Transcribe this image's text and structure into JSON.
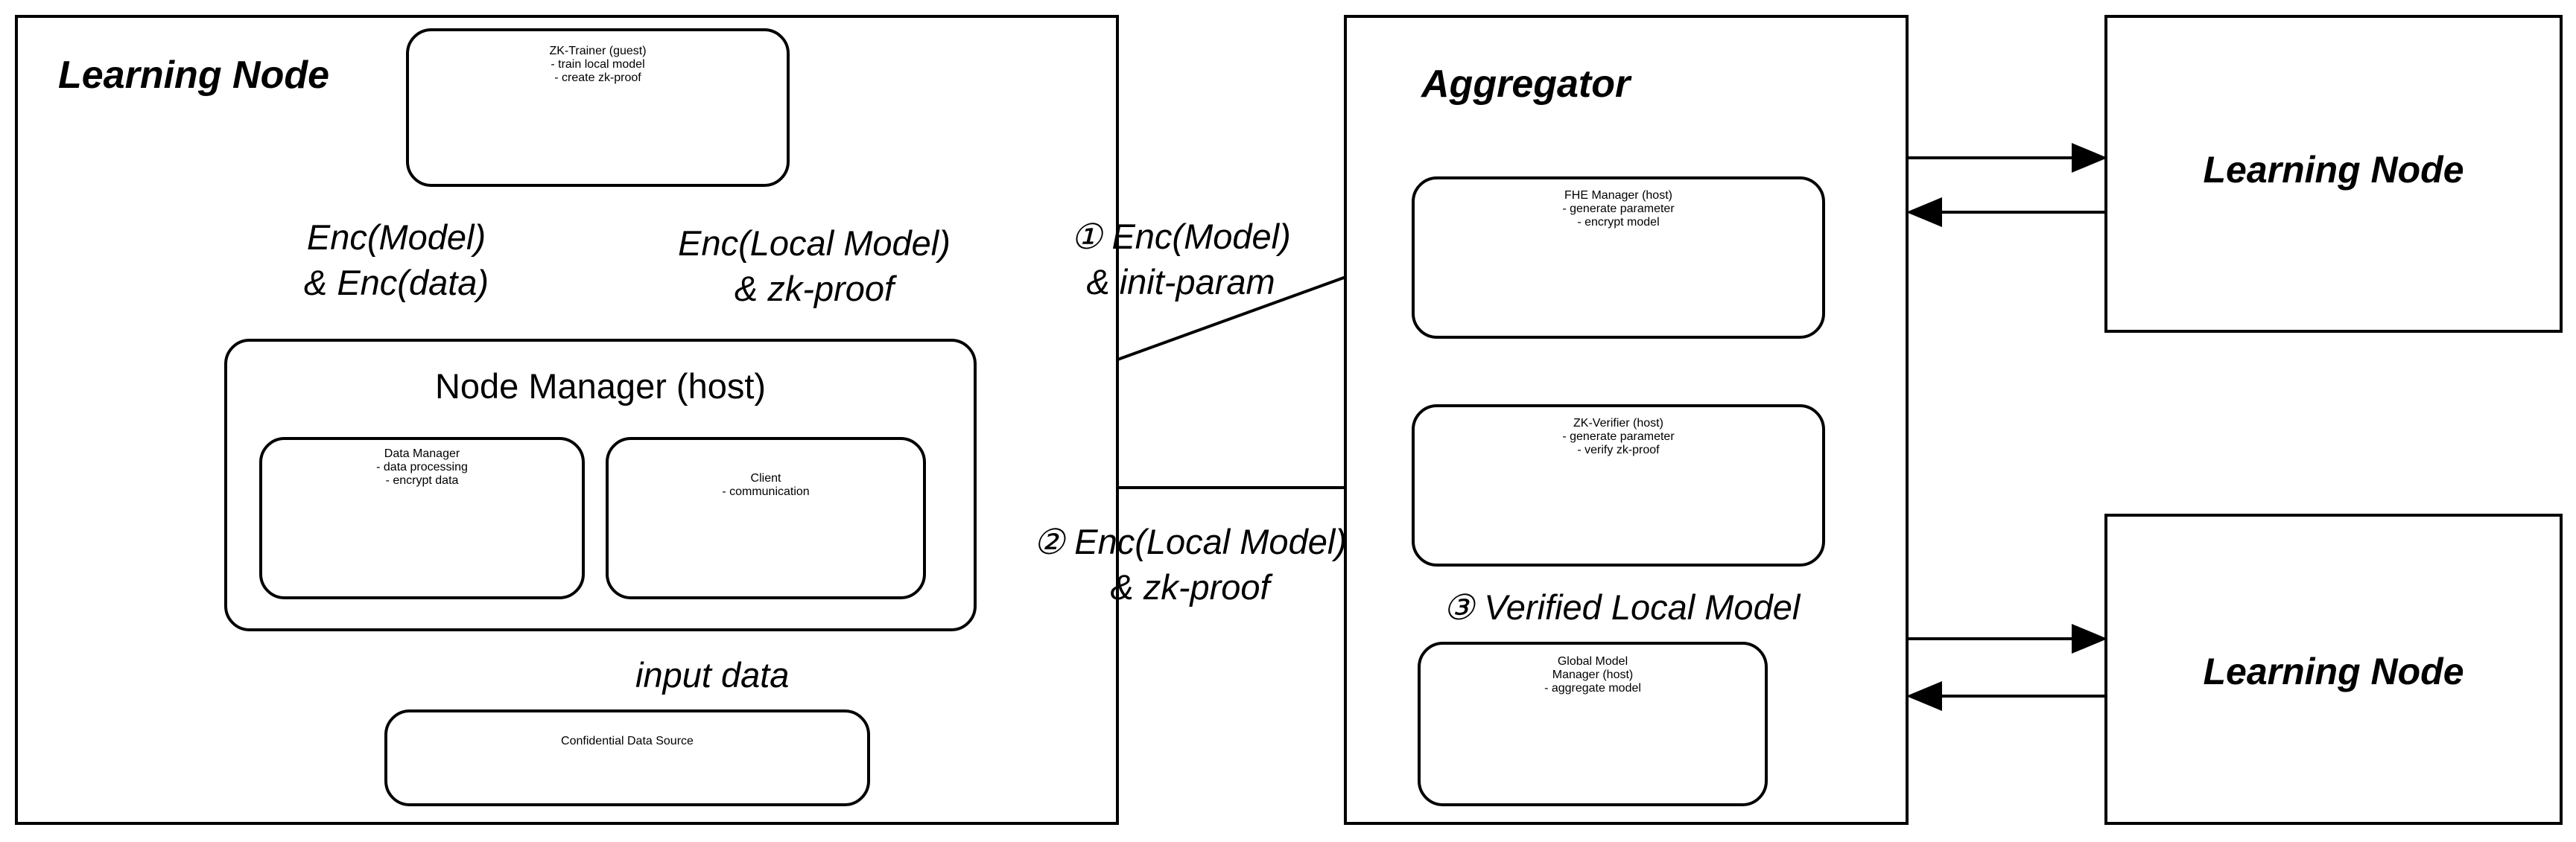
{
  "learning_node": {
    "title": "Learning Node",
    "zk_trainer": {
      "title": "ZK-Trainer (guest)",
      "items": [
        "- train local model",
        "- create zk-proof"
      ]
    },
    "node_manager": {
      "title": "Node Manager (host)",
      "data_manager": {
        "title": "Data Manager",
        "items": [
          "- data processing",
          "- encrypt data"
        ]
      },
      "client": {
        "title": "Client",
        "items": [
          "- communication"
        ]
      }
    },
    "data_source": "Confidential Data Source"
  },
  "aggregator": {
    "title": "Aggregator",
    "fhe_manager": {
      "title": "FHE Manager (host)",
      "items": [
        "- generate parameter",
        "- encrypt model"
      ]
    },
    "zk_verifier": {
      "title": "ZK-Verifier (host)",
      "items": [
        "- generate parameter",
        "- verify zk-proof"
      ]
    },
    "global_manager": {
      "lines": [
        "Global Model",
        "Manager (host)",
        "- aggregate model"
      ]
    }
  },
  "remote_nodes": [
    "Learning Node",
    "Learning Node"
  ],
  "labels": {
    "enc_model_data": [
      "Enc(Model)",
      "& Enc(data)"
    ],
    "enc_local_zk": [
      "Enc(Local Model)",
      "& zk-proof"
    ],
    "step1": [
      "①  Enc(Model)",
      "& init-param"
    ],
    "step2": [
      "② Enc(Local Model)",
      "& zk-proof"
    ],
    "step3": "③ Verified Local Model",
    "input_data": "input data"
  }
}
